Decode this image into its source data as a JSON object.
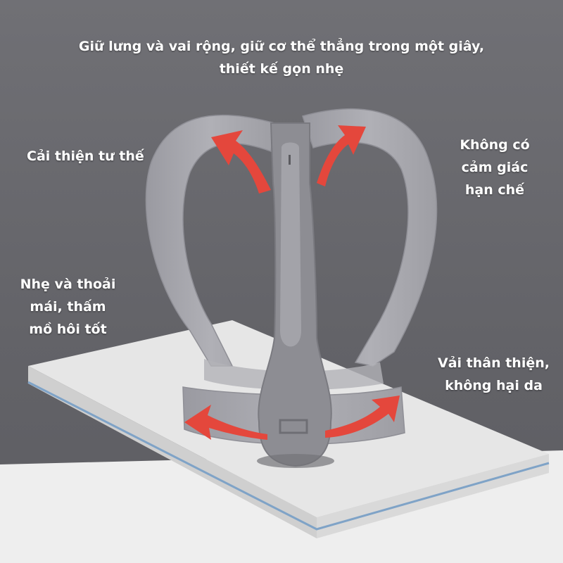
{
  "captions": {
    "top": [
      "Giữ lưng và vai rộng, giữ cơ thể thẳng trong một giây,",
      "thiết kế gọn nhẹ"
    ],
    "left_top": [
      "Cải thiện tư thế"
    ],
    "left_mid": [
      "Nhẹ và thoải",
      "mái, thấm",
      "mồ hôi tốt"
    ],
    "right_top": [
      "Không có",
      "cảm giác",
      "hạn chế"
    ],
    "right_bottom": [
      "Vải thân thiện,",
      "không hại da"
    ]
  },
  "colors": {
    "background_top": "#6b6a6f",
    "floor": "#eeeeee",
    "strap": "#a7a7ad",
    "spine_panel": "#8d8d93",
    "arrow": "#e4473c",
    "board_edge": "#7fa3c7"
  },
  "icons": [
    "red-arrow-icon"
  ]
}
